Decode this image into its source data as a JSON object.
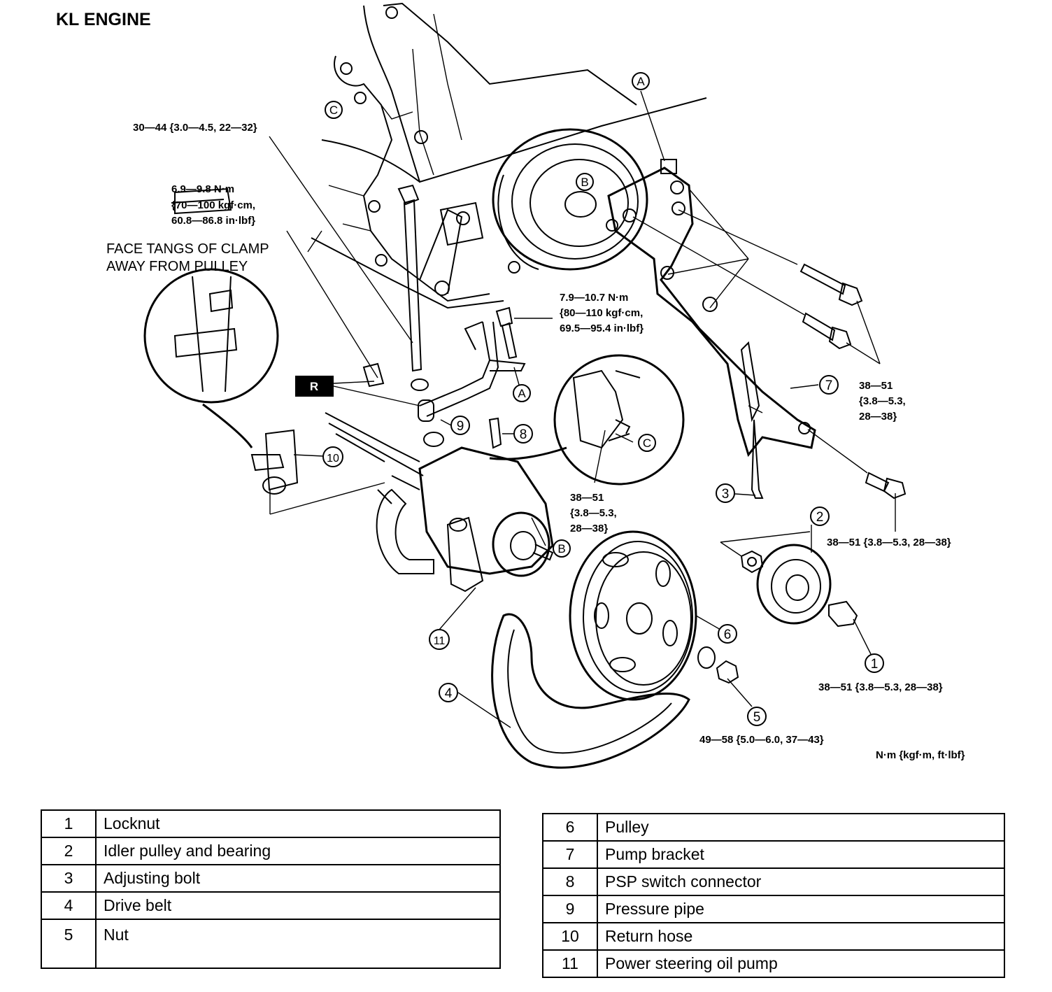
{
  "title": "KL ENGINE",
  "note_clamp": [
    "FACE TANGS OF CLAMP",
    "AWAY FROM PULLEY"
  ],
  "torque": {
    "t1": "30—44 {3.0—4.5, 22—32}",
    "t2": [
      "6.9—9.8 N·m",
      "{70—100 kgf·cm,",
      "60.8—86.8 in·lbf}"
    ],
    "t3": [
      "7.9—10.7 N·m",
      "{80—110 kgf·cm,",
      "69.5—95.4 in·lbf}"
    ],
    "t4": [
      "38—51",
      "{3.8—5.3,",
      "28—38}"
    ],
    "t5": [
      "38—51",
      "{3.8—5.3,",
      "28—38}"
    ],
    "t6": "38—51 {3.8—5.3, 28—38}",
    "t7": "38—51 {3.8—5.3, 28—38}",
    "t8": "49—58 {5.0—6.0, 37—43}",
    "units": "N·m {kgf·m, ft·lbf}"
  },
  "callouts": {
    "n1": "1",
    "n2": "2",
    "n3": "3",
    "n4": "4",
    "n5": "5",
    "n6": "6",
    "n7": "7",
    "n8": "8",
    "n9": "9",
    "n10": "10",
    "n11": "11",
    "A": "A",
    "B": "B",
    "C": "C",
    "R": "R"
  },
  "legend_left": [
    {
      "num": "1",
      "name": "Locknut"
    },
    {
      "num": "2",
      "name": "Idler pulley and bearing"
    },
    {
      "num": "3",
      "name": "Adjusting bolt"
    },
    {
      "num": "4",
      "name": "Drive belt"
    },
    {
      "num": "5",
      "name": "Nut"
    }
  ],
  "legend_right": [
    {
      "num": "6",
      "name": "Pulley"
    },
    {
      "num": "7",
      "name": "Pump bracket"
    },
    {
      "num": "8",
      "name": "PSP switch connector"
    },
    {
      "num": "9",
      "name": "Pressure pipe"
    },
    {
      "num": "10",
      "name": "Return hose"
    },
    {
      "num": "11",
      "name": "Power steering oil pump"
    }
  ]
}
